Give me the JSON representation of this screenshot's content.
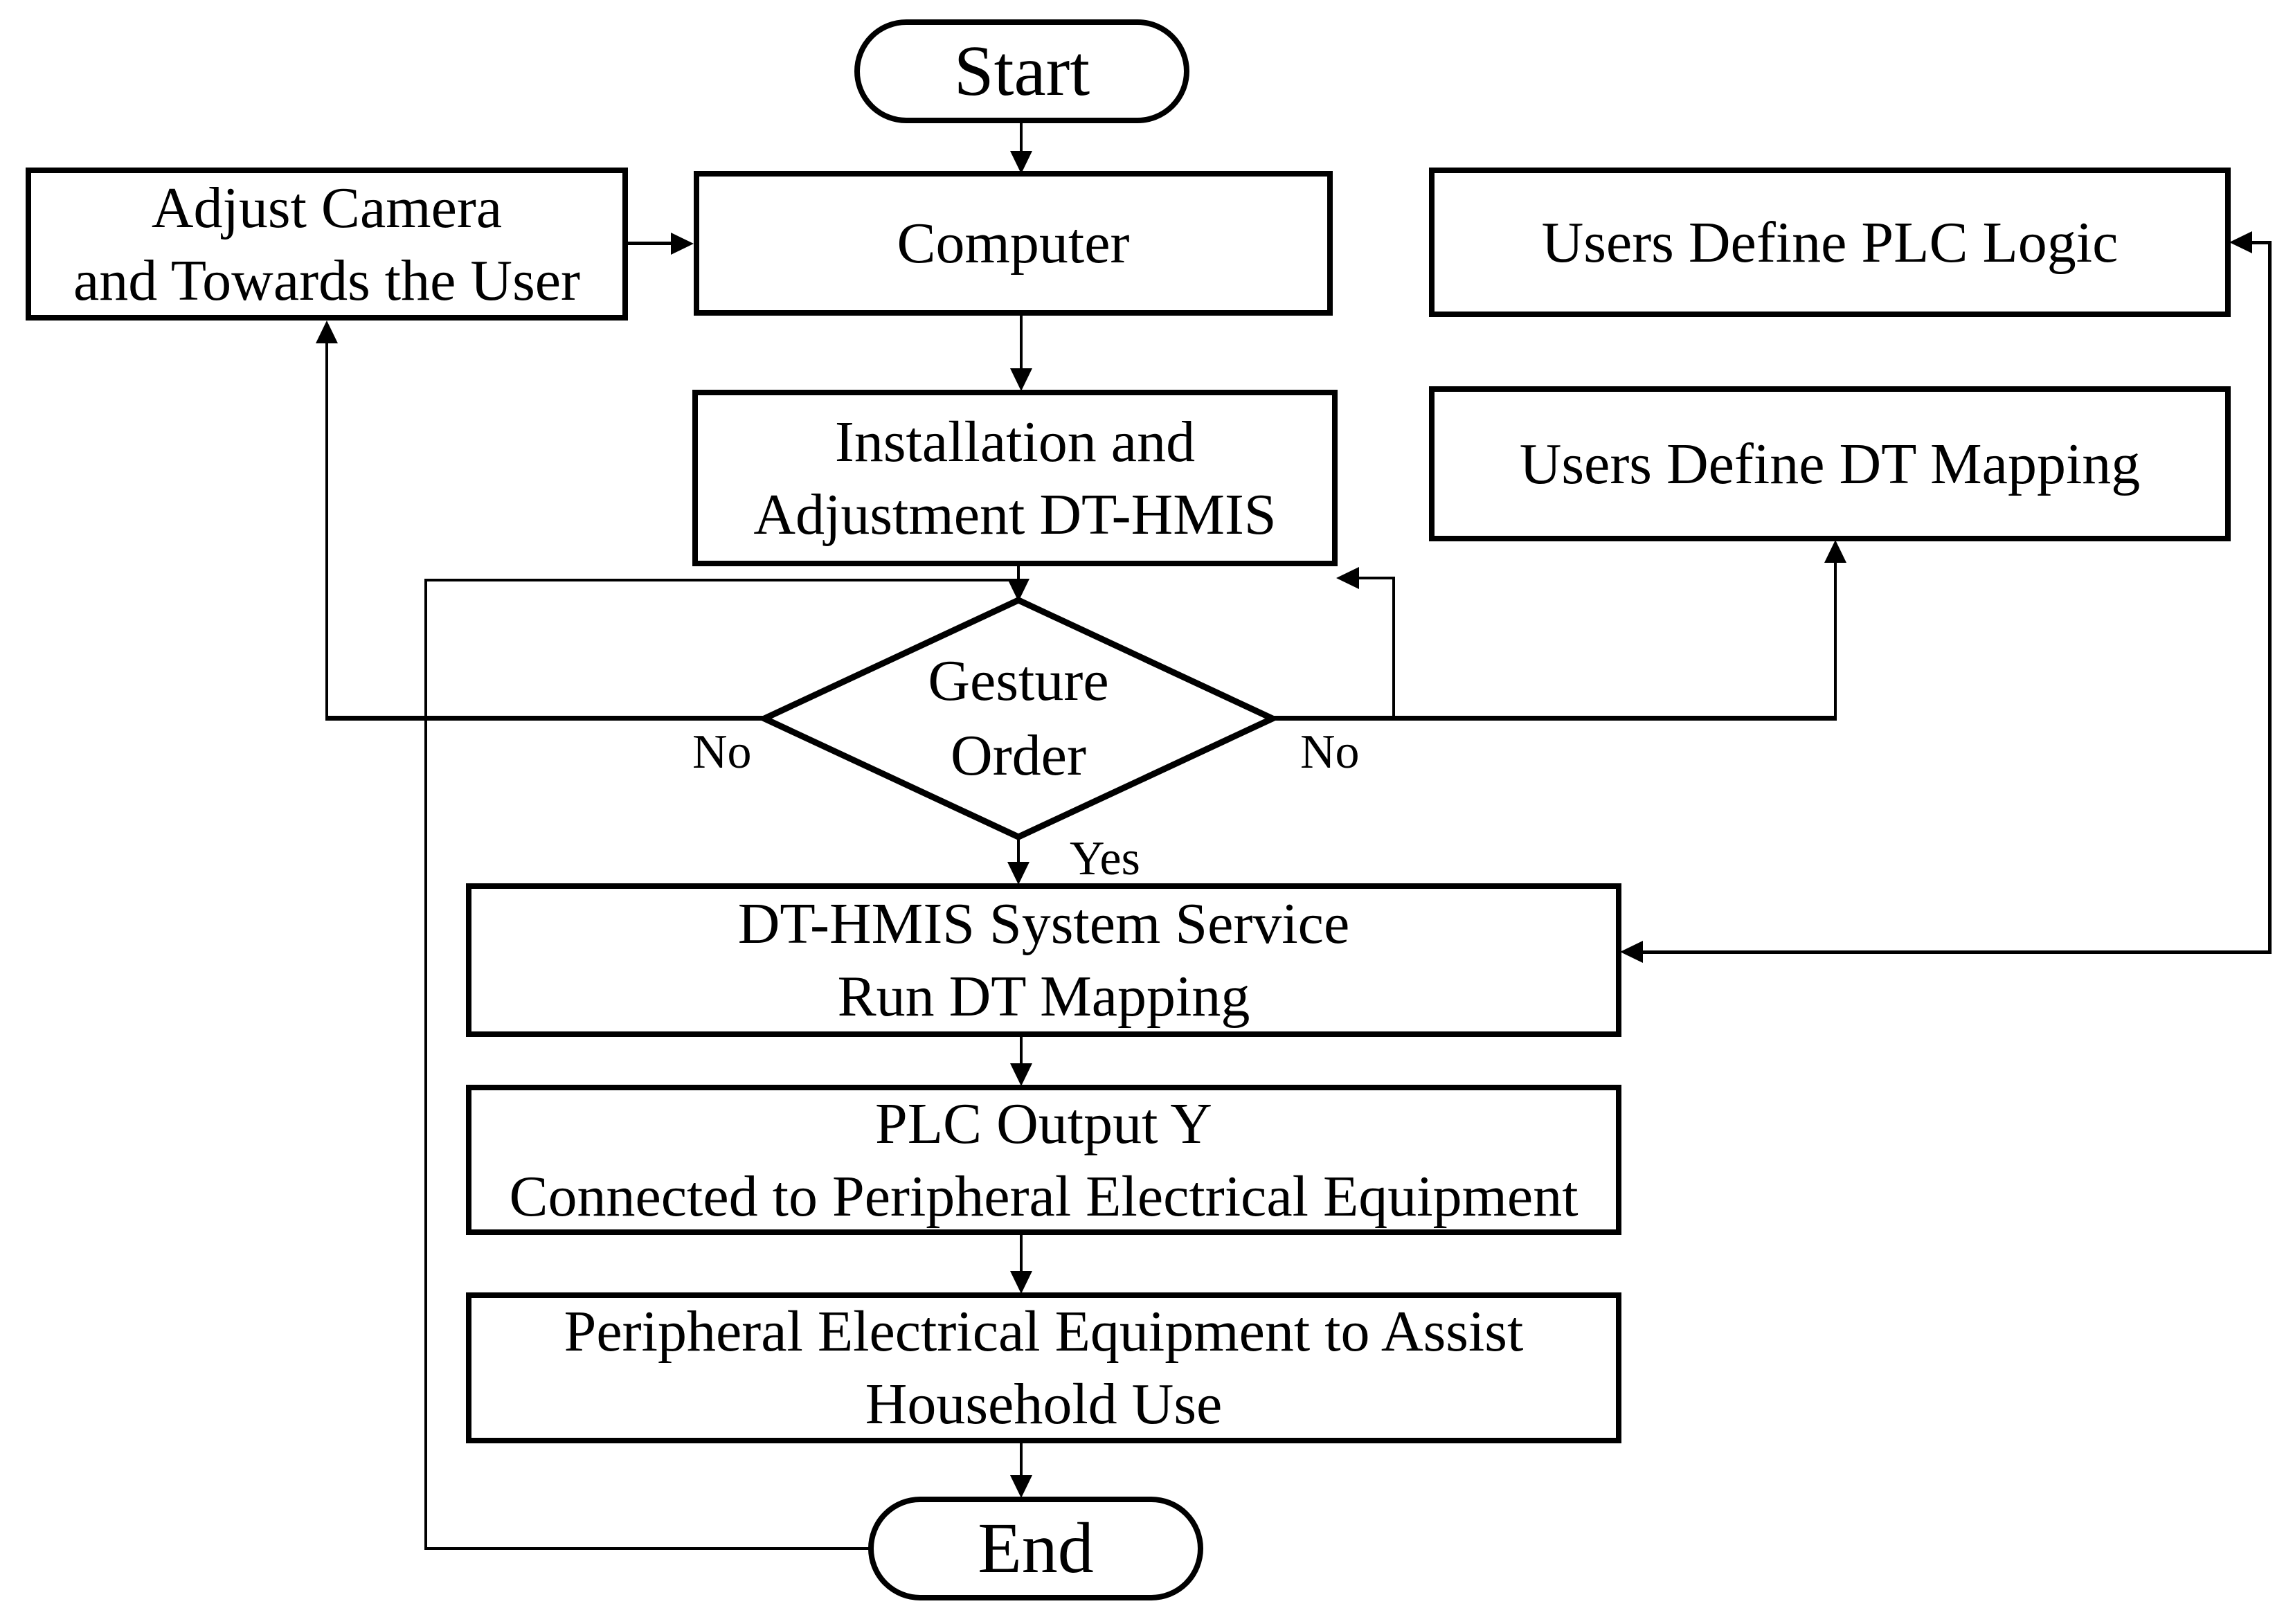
{
  "diagram": {
    "colors": {
      "line": "#000000",
      "shape_fill": "#ffffff",
      "background": "#ffffff",
      "text": "#000000"
    },
    "nodes": {
      "start": {
        "type": "terminator",
        "label": "Start"
      },
      "adjust_camera": {
        "type": "process",
        "line1": "Adjust Camera",
        "line2": "and Towards the User"
      },
      "computer": {
        "type": "process",
        "label": "Computer"
      },
      "users_define_plc_logic": {
        "type": "process",
        "label": "Users Define PLC Logic"
      },
      "installation": {
        "type": "process",
        "line1": "Installation and",
        "line2": "Adjustment DT-HMIS"
      },
      "users_define_dt_mapping": {
        "type": "process",
        "label": "Users Define DT Mapping"
      },
      "gesture_order": {
        "type": "decision",
        "line1": "Gesture",
        "line2": "Order"
      },
      "system_service": {
        "type": "process",
        "line1": "DT-HMIS System Service",
        "line2": "Run DT Mapping"
      },
      "plc_output": {
        "type": "process",
        "line1": "PLC Output Y",
        "line2": "Connected to Peripheral Electrical Equipment"
      },
      "peripheral": {
        "type": "process",
        "line1": "Peripheral Electrical Equipment to Assist",
        "line2": "Household Use"
      },
      "end": {
        "type": "terminator",
        "label": "End"
      }
    },
    "edge_labels": {
      "no_left": "No",
      "no_right": "No",
      "yes": "Yes"
    }
  }
}
